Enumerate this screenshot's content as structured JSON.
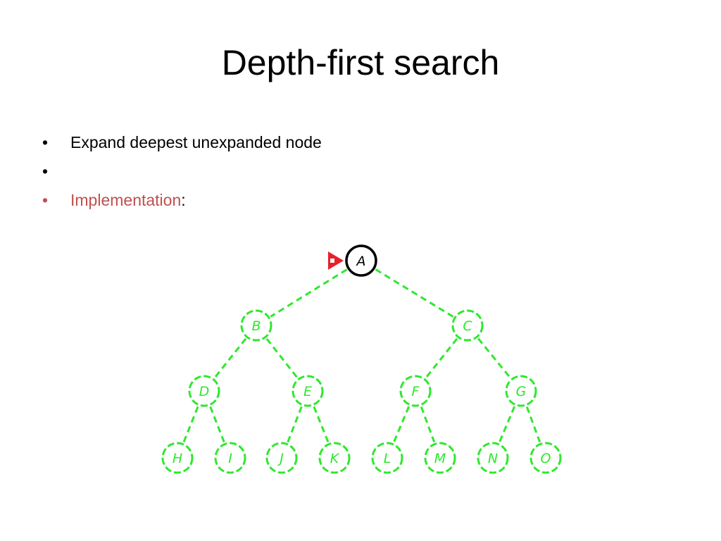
{
  "slide": {
    "title": "Depth-first search",
    "bullets": [
      {
        "text": "Expand deepest unexpanded node",
        "suffix": "",
        "style": "normal"
      },
      {
        "text": "",
        "suffix": "",
        "style": "normal"
      },
      {
        "text": "Implementation",
        "suffix": ":",
        "style": "link"
      }
    ]
  },
  "tree": {
    "nodes": [
      {
        "id": "A",
        "label": "A",
        "state": "current"
      },
      {
        "id": "B",
        "label": "B",
        "state": "unexplored"
      },
      {
        "id": "C",
        "label": "C",
        "state": "unexplored"
      },
      {
        "id": "D",
        "label": "D",
        "state": "unexplored"
      },
      {
        "id": "E",
        "label": "E",
        "state": "unexplored"
      },
      {
        "id": "F",
        "label": "F",
        "state": "unexplored"
      },
      {
        "id": "G",
        "label": "G",
        "state": "unexplored"
      },
      {
        "id": "H",
        "label": "H",
        "state": "unexplored"
      },
      {
        "id": "I",
        "label": "I",
        "state": "unexplored"
      },
      {
        "id": "J",
        "label": "J",
        "state": "unexplored"
      },
      {
        "id": "K",
        "label": "K",
        "state": "unexplored"
      },
      {
        "id": "L",
        "label": "L",
        "state": "unexplored"
      },
      {
        "id": "M",
        "label": "M",
        "state": "unexplored"
      },
      {
        "id": "N",
        "label": "N",
        "state": "unexplored"
      },
      {
        "id": "O",
        "label": "O",
        "state": "unexplored"
      }
    ],
    "edges": [
      [
        "A",
        "B"
      ],
      [
        "A",
        "C"
      ],
      [
        "B",
        "D"
      ],
      [
        "B",
        "E"
      ],
      [
        "C",
        "F"
      ],
      [
        "C",
        "G"
      ],
      [
        "D",
        "H"
      ],
      [
        "D",
        "I"
      ],
      [
        "E",
        "J"
      ],
      [
        "E",
        "K"
      ],
      [
        "F",
        "L"
      ],
      [
        "F",
        "M"
      ],
      [
        "G",
        "N"
      ],
      [
        "G",
        "O"
      ]
    ],
    "pointer": "A"
  },
  "colors": {
    "link_text": "#c0504d",
    "unexplored": "#2ee82e",
    "current": "#000000",
    "pointer": "#e8202a"
  }
}
